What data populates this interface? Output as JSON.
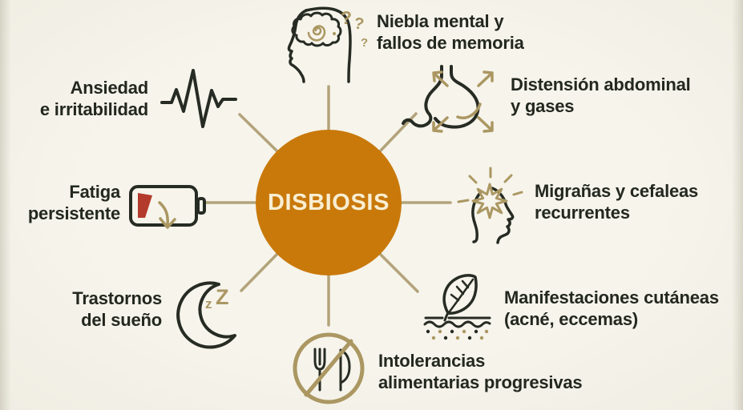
{
  "title": "Infografía de síntomas de disbiosis",
  "center": {
    "label": "DISBIOSIS"
  },
  "colors": {
    "background": "#f4f2e9",
    "center_circle": "#c9790a",
    "center_text": "#f8eed2",
    "spoke": "#b3a37a",
    "icon_dark": "#262b23",
    "icon_accent": "#ab9762",
    "battery_low_red": "#b43a2b",
    "label_text": "#23281f"
  },
  "glyphs": {
    "question_mark": "?",
    "z_small": "z",
    "z_large": "Z"
  },
  "items": [
    {
      "id": "niebla-mental",
      "icon": "brain-question-icon",
      "position": "top",
      "line1": "Niebla mental y",
      "line2": "fallos de memoria"
    },
    {
      "id": "distension-abdominal",
      "icon": "stomach-expand-icon",
      "position": "top-right",
      "line1": "Distensión abdominal",
      "line2": "y gases"
    },
    {
      "id": "migranas",
      "icon": "headache-starburst-icon",
      "position": "right",
      "line1": "Migrañas y cefaleas",
      "line2": "recurrentes"
    },
    {
      "id": "manifestaciones-cutaneas",
      "icon": "skin-leaf-icon",
      "position": "bottom-right",
      "line1": "Manifestaciones cutáneas",
      "line2": "(acné, eccemas)"
    },
    {
      "id": "intolerancias",
      "icon": "no-food-icon",
      "position": "bottom",
      "line1": "Intolerancias",
      "line2": "alimentarias progresivas"
    },
    {
      "id": "trastornos-sueno",
      "icon": "moon-sleep-icon",
      "position": "bottom-left",
      "line1": "Trastornos",
      "line2": "del sueño"
    },
    {
      "id": "fatiga",
      "icon": "battery-low-icon",
      "position": "left",
      "line1": "Fatiga",
      "line2": "persistente"
    },
    {
      "id": "ansiedad",
      "icon": "pulse-wave-icon",
      "position": "top-left",
      "line1": "Ansiedad",
      "line2": "e irritabilidad"
    }
  ]
}
